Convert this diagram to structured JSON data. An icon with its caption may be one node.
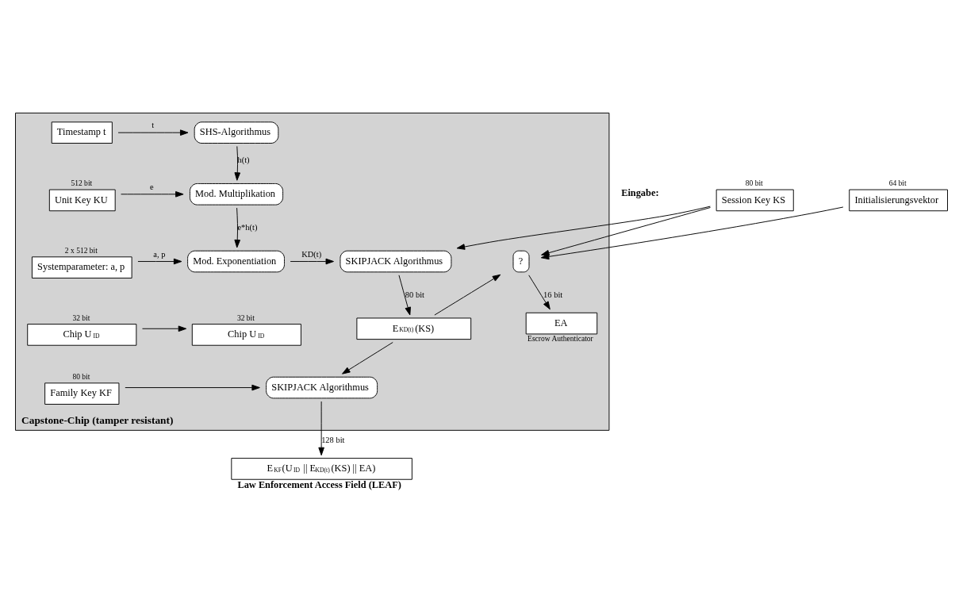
{
  "diagram": {
    "nodes": [
      {
        "text": [
          "Session Key KS"
        ],
        "beside": [
          "80 bit"
        ]
      },
      {
        "text": [
          "Initialisierungsvektor"
        ],
        "beside": [
          "64 bit"
        ]
      },
      {
        "text": [
          "Capstone-Chip (tamper resistant)"
        ]
      },
      {
        "text": [
          "Timestamp t"
        ],
        "in": 2
      },
      {
        "text": [
          "SHS-Algorithmus"
        ],
        "in": 2
      },
      {
        "text": [
          "Unit Key KU"
        ],
        "in": 2,
        "beside": [
          "512 bit"
        ]
      },
      {
        "text": [
          "Mod. Multiplikation"
        ],
        "in": 2
      },
      {
        "text": [
          "Systemparameter: a, p"
        ],
        "in": 2,
        "beside": [
          "2 x 512 bit"
        ]
      },
      {
        "text": [
          "Mod. Exponentiation"
        ],
        "in": 2
      },
      {
        "text": [
          "SKIPJACK Algorithmus"
        ],
        "in": 2
      },
      {
        "text": [
          "?"
        ],
        "in": 2
      },
      {
        "text": [
          "Chip U$_{ID}$"
        ],
        "in": 2,
        "beside": [
          "32 bit"
        ]
      },
      {
        "text": [
          "Chip U$_{ID}$"
        ],
        "in": 2,
        "beside": [
          "32 bit"
        ]
      },
      {
        "text": [
          "E$_{KD(t)}$(KS)"
        ],
        "in": 2
      },
      {
        "text": [
          "EA"
        ],
        "in": 2,
        "beside": [
          "Escrow Authenticator"
        ]
      },
      {
        "text": [
          "Family Key KF"
        ],
        "in": 2,
        "beside": [
          "80 bit"
        ]
      },
      {
        "text": [
          "SKIPJACK Algorithmus"
        ],
        "in": 2
      },
      {
        "text": [
          "E$_{KF}$(U$_{ID}$ || E$_{KD(t)}$(KS) || EA)"
        ],
        "beside": [
          "Law Enforcement Access Field (LEAF)"
        ]
      }
    ],
    "edges": [
      {
        "from": 0,
        "to": 9,
        "arrow": "to"
      },
      {
        "from": 0,
        "to": 10,
        "arrow": "to"
      },
      {
        "from": 13,
        "to": 10,
        "arrow": "to"
      },
      {
        "from": 1,
        "to": 10,
        "arrow": "to"
      },
      {
        "from": 3,
        "to": 4,
        "arrow": "to",
        "label": "t"
      },
      {
        "from": 4,
        "to": 6,
        "arrow": "to",
        "label": "h(t)"
      },
      {
        "from": 5,
        "to": 6,
        "arrow": "to",
        "label": "e"
      },
      {
        "from": 6,
        "to": 8,
        "arrow": "to",
        "label": "e*h(t)"
      },
      {
        "from": 7,
        "to": 8,
        "arrow": "to",
        "label": "a, p"
      },
      {
        "from": 8,
        "to": 9,
        "arrow": "to",
        "label": "KD(t)"
      },
      {
        "from": 9,
        "to": 13,
        "arrow": "to",
        "label": "80 bit"
      },
      {
        "from": 10,
        "to": 14,
        "arrow": "to",
        "label": "16 bit"
      },
      {
        "from": 11,
        "to": 12,
        "arrow": "to"
      },
      {
        "from": 13,
        "to": 16,
        "arrow": "to"
      },
      {
        "from": 15,
        "to": 16,
        "arrow": "to"
      },
      {
        "from": 16,
        "to": 17,
        "arrow": "to",
        "label": "128 bit"
      }
    ],
    "labels": [
      "Eingabe:"
    ]
  }
}
